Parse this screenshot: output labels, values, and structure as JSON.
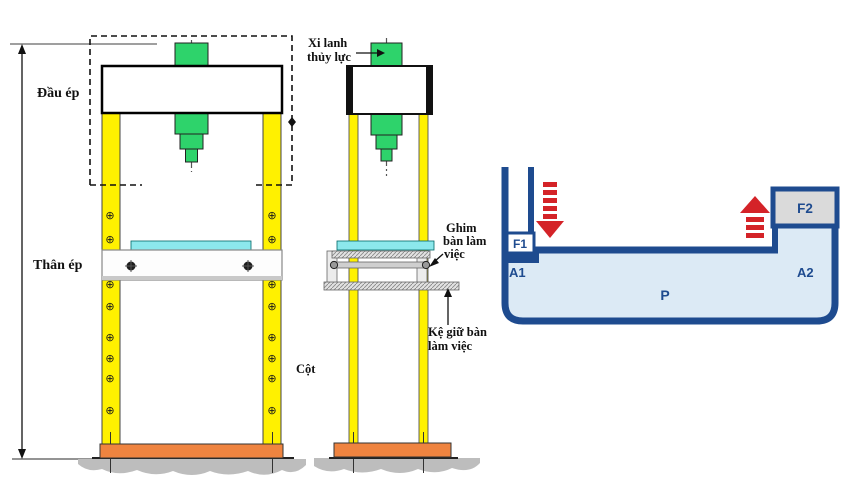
{
  "front_view": {
    "label_press_head": "Đầu ép",
    "label_press_body": "Thân ép"
  },
  "side_view": {
    "label_cylinder_line1": "Xi lanh",
    "label_cylinder_line2": "thủy lực",
    "label_table_pin_line1": "Ghim",
    "label_table_pin_line2": "bàn làm",
    "label_table_pin_line3": "việc",
    "label_table_shelf_line1": "Kệ giữ bàn",
    "label_table_shelf_line2": "làm việc",
    "label_column": "Cột"
  },
  "pascal_diagram": {
    "label_force_input": "F1",
    "label_force_output": "F2",
    "label_area_input": "A1",
    "label_area_output": "A2",
    "label_pressure": "P"
  },
  "colors": {
    "column_yellow": "#FFF100",
    "cylinder_green": "#2ED36B",
    "table_cyan": "#8CE8EC",
    "base_orange": "#EF8440",
    "ground_gray": "#BDBDBD",
    "pascal_blue": "#1E4B8F",
    "fluid_light_blue": "#DCEAF5",
    "piston_gray": "#DADADA",
    "arrow_red": "#D42328"
  }
}
